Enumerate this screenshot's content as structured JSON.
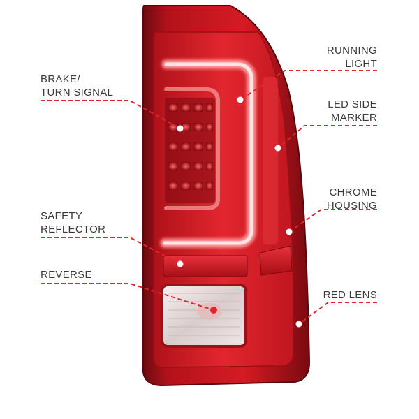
{
  "callouts": {
    "brake_turn_signal": {
      "line1": "BRAKE/",
      "line2": "TURN SIGNAL"
    },
    "safety_reflector": {
      "line1": "SAFETY",
      "line2": "REFLECTOR"
    },
    "reverse": {
      "line1": "REVERSE"
    },
    "running_light": {
      "line1": "RUNNING",
      "line2": "LIGHT"
    },
    "led_side_marker": {
      "line1": "LED SIDE",
      "line2": "MARKER"
    },
    "chrome_housing": {
      "line1": "CHROME",
      "line2": "HOUSING"
    },
    "red_lens": {
      "line1": "RED LENS"
    }
  },
  "colors": {
    "leader_line": "#e0242a",
    "lens_red": "#d4141c",
    "lens_dark": "#8a0b12",
    "label_text": "#3a3a3a"
  }
}
